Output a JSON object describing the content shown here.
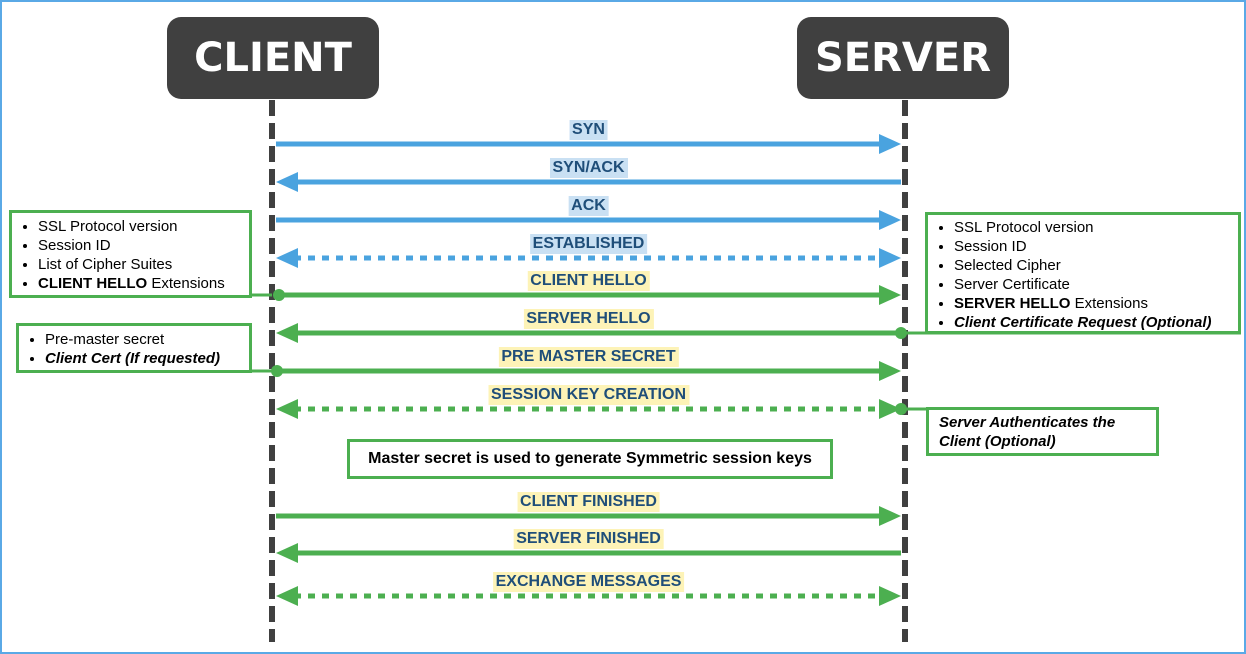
{
  "actors": {
    "client": "CLIENT",
    "server": "SERVER"
  },
  "colors": {
    "blue": "#4aa3df",
    "green": "#4caf50",
    "lifeline": "#404040",
    "actor_bg": "#404040"
  },
  "messages": [
    {
      "label": "SYN",
      "dir": "right",
      "style": "solid",
      "color": "blue",
      "highlight": "blue"
    },
    {
      "label": "SYN/ACK",
      "dir": "left",
      "style": "solid",
      "color": "blue",
      "highlight": "blue"
    },
    {
      "label": "ACK",
      "dir": "right",
      "style": "solid",
      "color": "blue",
      "highlight": "blue"
    },
    {
      "label": "ESTABLISHED",
      "dir": "both",
      "style": "dotted",
      "color": "blue",
      "highlight": "blue"
    },
    {
      "label": "CLIENT HELLO",
      "dir": "right",
      "style": "solid",
      "color": "green",
      "highlight": "yellow"
    },
    {
      "label": "SERVER HELLO",
      "dir": "left",
      "style": "solid",
      "color": "green",
      "highlight": "yellow"
    },
    {
      "label": "PRE MASTER SECRET",
      "dir": "right",
      "style": "solid",
      "color": "green",
      "highlight": "yellow"
    },
    {
      "label": "SESSION KEY CREATION",
      "dir": "both",
      "style": "dotted",
      "color": "green",
      "highlight": "yellow"
    },
    {
      "label": "CLIENT FINISHED",
      "dir": "right",
      "style": "solid",
      "color": "green",
      "highlight": "yellow"
    },
    {
      "label": "SERVER FINISHED",
      "dir": "left",
      "style": "solid",
      "color": "green",
      "highlight": "yellow"
    },
    {
      "label": "EXCHANGE MESSAGES",
      "dir": "both",
      "style": "dotted",
      "color": "green",
      "highlight": "yellow"
    }
  ],
  "notes": {
    "client_hello": {
      "items": [
        {
          "text": "SSL Protocol version"
        },
        {
          "text": "Session ID"
        },
        {
          "text": "List of Cipher Suites"
        },
        {
          "bold": "CLIENT HELLO",
          "text": " Extensions"
        }
      ]
    },
    "server_hello": {
      "items": [
        {
          "text": "SSL Protocol version"
        },
        {
          "text": "Session ID"
        },
        {
          "text": "Selected Cipher"
        },
        {
          "text": "Server Certificate"
        },
        {
          "bold": "SERVER HELLO",
          "text": " Extensions"
        },
        {
          "italic": "Client Certificate Request (Optional)"
        }
      ]
    },
    "pre_master": {
      "items": [
        {
          "text": "Pre-master secret"
        },
        {
          "italic": "Client Cert (If requested)"
        }
      ]
    },
    "center": "Master secret is used to generate Symmetric session keys",
    "server_auth": "Server Authenticates the Client (Optional)"
  }
}
